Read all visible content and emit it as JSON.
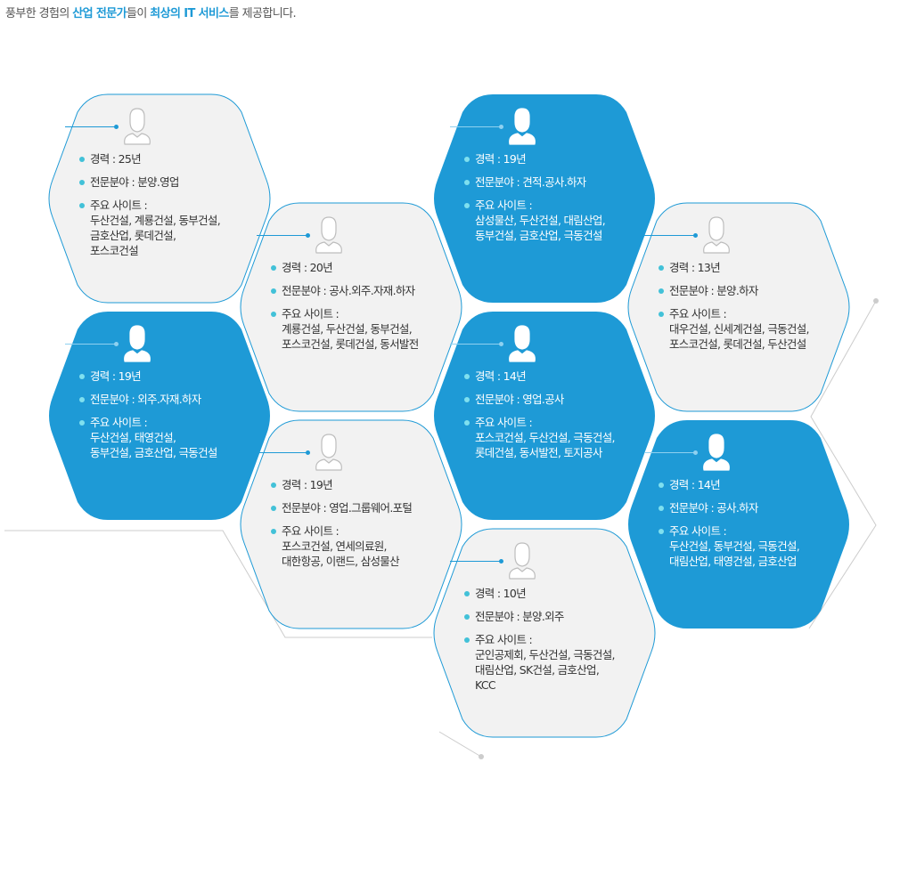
{
  "intro": {
    "p1": "풍부한 경험의 ",
    "h1": "산업 전문가",
    "p2": "들이 ",
    "h2": "최상의 IT 서비스",
    "p3": "를 제공합니다."
  },
  "colors": {
    "accent": "#1e9ad6",
    "blue_fill": "#1e9ad6",
    "grey_fill": "#f2f2f2",
    "grey_stroke": "#1e9ad6",
    "bullet": "#42c1d8",
    "connector": "#cccccc"
  },
  "icons": {
    "avatar": "person-icon",
    "bullet": "bullet-dot"
  },
  "experts": [
    {
      "style": "grey",
      "career": "경력 : 25년",
      "specialty": "전문분야 : 분양.영업",
      "sites_label": "주요 사이트 :",
      "sites": "두산건설, 계룡건설, 동부건설,\n금호산업, 롯데건설,\n포스코건설"
    },
    {
      "style": "grey",
      "career": "경력 : 20년",
      "specialty": "전문분야 : 공사.외주.자재.하자",
      "sites_label": "주요 사이트 :",
      "sites": "계룡건설, 두산건설, 동부건설,\n포스코건설, 롯데건설, 동서발전"
    },
    {
      "style": "blue",
      "career": "경력 : 19년",
      "specialty": "전문분야 : 견적.공사.하자",
      "sites_label": "주요 사이트 :",
      "sites": "삼성물산, 두산건설, 대림산업,\n동부건설, 금호산업, 극동건설"
    },
    {
      "style": "grey",
      "career": "경력 : 13년",
      "specialty": "전문분야 : 분양.하자",
      "sites_label": "주요 사이트 :",
      "sites": "대우건설, 신세계건설, 극동건설,\n포스코건설, 롯데건설, 두산건설"
    },
    {
      "style": "blue",
      "career": "경력 : 19년",
      "specialty": "전문분야 : 외주.자재.하자",
      "sites_label": "주요 사이트 :",
      "sites": "두산건설, 태영건설,\n동부건설, 금호산업, 극동건설"
    },
    {
      "style": "grey",
      "career": "경력 : 19년",
      "specialty": "전문분야 : 영업.그룹웨어.포털",
      "sites_label": "주요 사이트 :",
      "sites": "포스코건설, 연세의료원,\n대한항공, 이랜드, 삼성물산"
    },
    {
      "style": "blue",
      "career": "경력 : 14년",
      "specialty": "전문분야 : 영업.공사",
      "sites_label": "주요 사이트 :",
      "sites": "포스코건설, 두산건설, 극동건설,\n롯데건설, 동서발전, 토지공사"
    },
    {
      "style": "blue",
      "career": "경력 : 14년",
      "specialty": "전문분야 : 공사.하자",
      "sites_label": "주요 사이트 :",
      "sites": "두산건설, 동부건설, 극동건설,\n대림산업, 태영건설, 금호산업"
    },
    {
      "style": "grey",
      "career": "경력 : 10년",
      "specialty": "전문분야 : 분양.외주",
      "sites_label": "주요 사이트 :",
      "sites": "군인공제회, 두산건설, 극동건설,\n대림산업, SK건설, 금호산업,\nKCC"
    }
  ]
}
